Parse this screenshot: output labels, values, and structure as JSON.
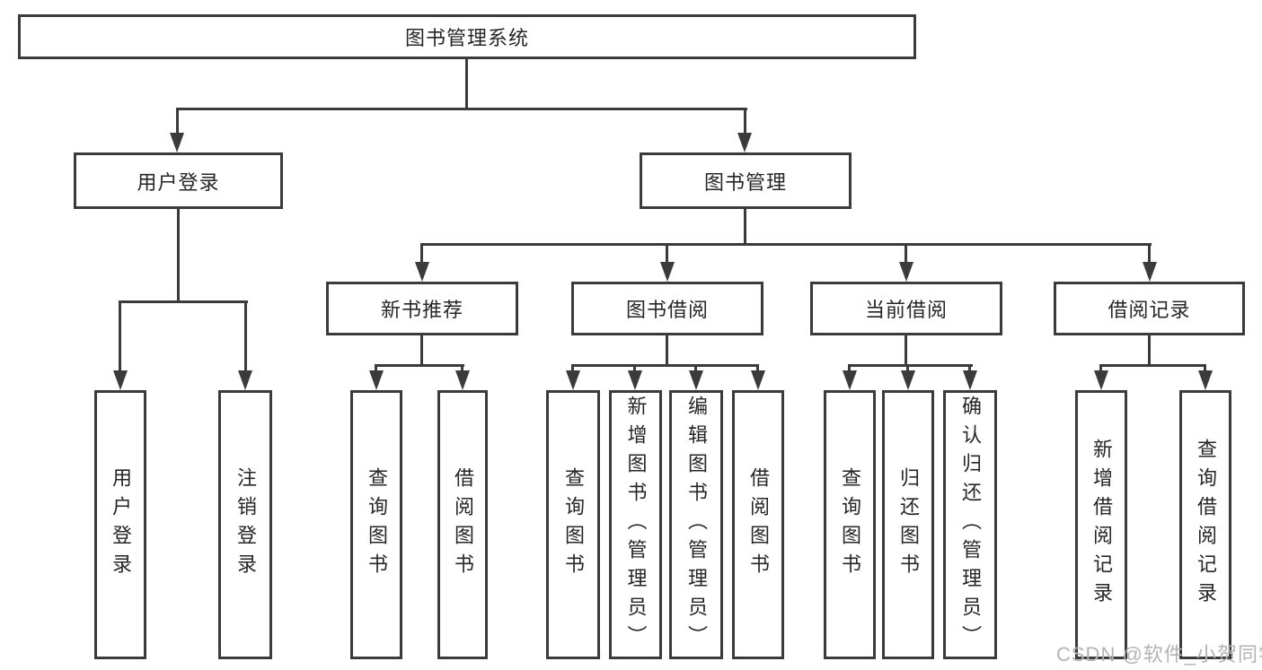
{
  "page": {
    "background": "#ffffff",
    "line_color": "#3b3b3b",
    "text_color": "#262626",
    "watermark_color": "#b3b3b3"
  },
  "diagram": {
    "type": "hierarchy-tree",
    "root": {
      "label": "图书管理系统"
    },
    "level2": [
      {
        "label": "用户登录"
      },
      {
        "label": "图书管理"
      }
    ],
    "level3": [
      {
        "label": "新书推荐",
        "parent": "图书管理"
      },
      {
        "label": "图书借阅",
        "parent": "图书管理"
      },
      {
        "label": "当前借阅",
        "parent": "图书管理"
      },
      {
        "label": "借阅记录",
        "parent": "图书管理"
      }
    ],
    "leaves": [
      {
        "label": "用户登录",
        "parent": "用户登录"
      },
      {
        "label": "注销登录",
        "parent": "用户登录"
      },
      {
        "label": "查询图书",
        "parent": "新书推荐"
      },
      {
        "label": "借阅图书",
        "parent": "新书推荐"
      },
      {
        "label": "查询图书",
        "parent": "图书借阅"
      },
      {
        "label": "新增图书（管理员）",
        "parent": "图书借阅"
      },
      {
        "label": "编辑图书（管理员）",
        "parent": "图书借阅"
      },
      {
        "label": "借阅图书",
        "parent": "图书借阅"
      },
      {
        "label": "查询图书",
        "parent": "当前借阅"
      },
      {
        "label": "归还图书",
        "parent": "当前借阅"
      },
      {
        "label": "确认归还（管理员）",
        "parent": "当前借阅"
      },
      {
        "label": "新增借阅记录",
        "parent": "借阅记录"
      },
      {
        "label": "查询借阅记录",
        "parent": "借阅记录"
      }
    ]
  },
  "watermark": {
    "text": "CSDN @软件_小贺同学"
  }
}
